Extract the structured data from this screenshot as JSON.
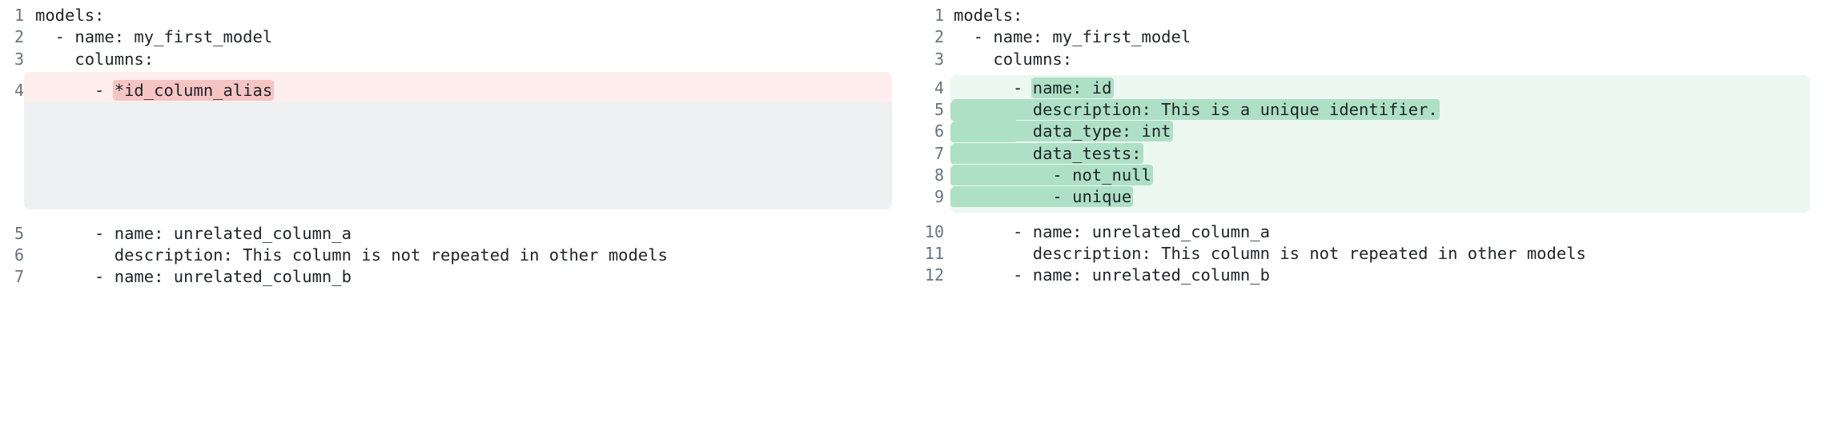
{
  "diff": {
    "colors": {
      "deleted_row_bg": "#fdeeed",
      "deleted_token_bg": "#f6c5c3",
      "placeholder_bg": "#eef0f1",
      "added_block_bg": "#edf7f1",
      "added_token_bg": "#aee0c6",
      "line_number": "#6a737d",
      "code_text": "#1f2328",
      "page_bg": "#ffffff"
    },
    "left_pane": {
      "name": "before",
      "lines": [
        {
          "num": "1",
          "text": "models:"
        },
        {
          "num": "2",
          "text": "  - name: my_first_model"
        },
        {
          "num": "3",
          "text": "    columns:"
        },
        {
          "num": "4",
          "prefix": "      - ",
          "highlight": "*id_column_alias",
          "suffix": ""
        },
        {
          "num": "5",
          "text": "      - name: unrelated_column_a"
        },
        {
          "num": "6",
          "text": "        description: This column is not repeated in other models"
        },
        {
          "num": "7",
          "text": "      - name: unrelated_column_b"
        }
      ]
    },
    "right_pane": {
      "name": "after",
      "lines": [
        {
          "num": "1",
          "text": "models:"
        },
        {
          "num": "2",
          "text": "  - name: my_first_model"
        },
        {
          "num": "3",
          "text": "    columns:"
        },
        {
          "num": "4",
          "prefix": "      - ",
          "highlight": "name: id",
          "suffix": ""
        },
        {
          "num": "5",
          "highlight_full": "        description: This is a unique identifier."
        },
        {
          "num": "6",
          "highlight_full": "        data_type: int"
        },
        {
          "num": "7",
          "highlight_full": "        data_tests:"
        },
        {
          "num": "8",
          "highlight_full": "          - not_null"
        },
        {
          "num": "9",
          "highlight_full": "          - unique"
        },
        {
          "num": "10",
          "text": "      - name: unrelated_column_a"
        },
        {
          "num": "11",
          "text": "        description: This column is not repeated in other models"
        },
        {
          "num": "12",
          "text": "      - name: unrelated_column_b"
        }
      ]
    }
  }
}
